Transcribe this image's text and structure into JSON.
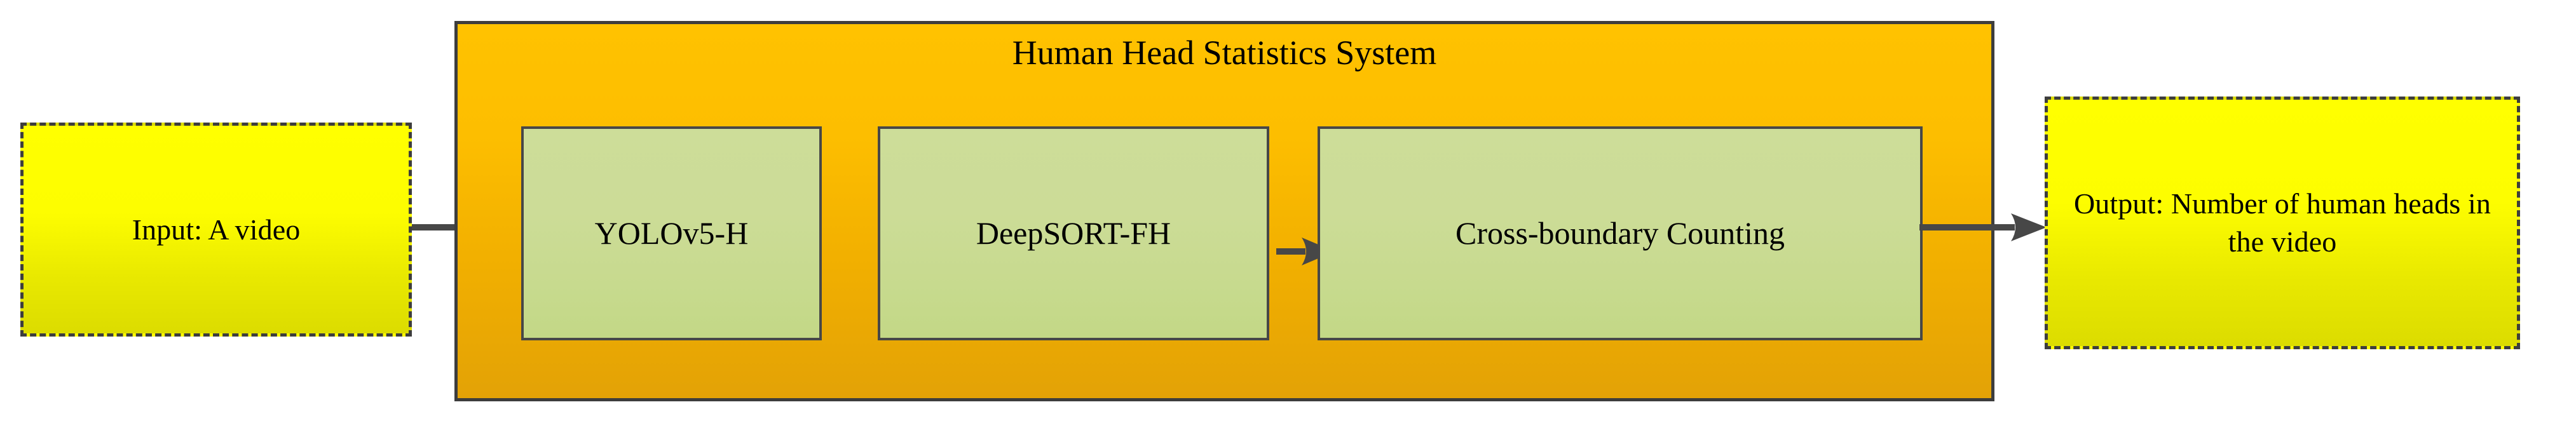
{
  "diagram": {
    "type": "flowchart",
    "orientation": "left-to-right",
    "colors": {
      "terminal_fill_top": "#FFFF00",
      "terminal_fill_bottom": "#DCDC00",
      "terminal_border": "#3D3D3D",
      "container_fill_top": "#FFC200",
      "container_fill_bottom": "#E3A206",
      "container_border": "#3D3D3D",
      "stage_fill_top": "#CDDD99",
      "stage_fill_bottom": "#C3D886",
      "stage_border": "#474747",
      "arrow": "#474747",
      "text": "#000000"
    },
    "input": {
      "label": "Input: A video"
    },
    "system": {
      "title": "Human Head Statistics System",
      "stages": [
        {
          "label": "YOLOv5-H"
        },
        {
          "label": "DeepSORT-FH"
        },
        {
          "label": "Cross-boundary Counting"
        }
      ]
    },
    "output": {
      "label": "Output: Number of human heads in the video"
    },
    "arrows": [
      {
        "name": "input-to-system",
        "from": "Input: A video",
        "to": "YOLOv5-H"
      },
      {
        "name": "stage-0-to-1",
        "from": "YOLOv5-H",
        "to": "DeepSORT-FH"
      },
      {
        "name": "stage-1-to-2",
        "from": "DeepSORT-FH",
        "to": "Cross-boundary Counting"
      },
      {
        "name": "system-to-output",
        "from": "Cross-boundary Counting",
        "to": "Output: Number of human heads in the video"
      }
    ]
  }
}
